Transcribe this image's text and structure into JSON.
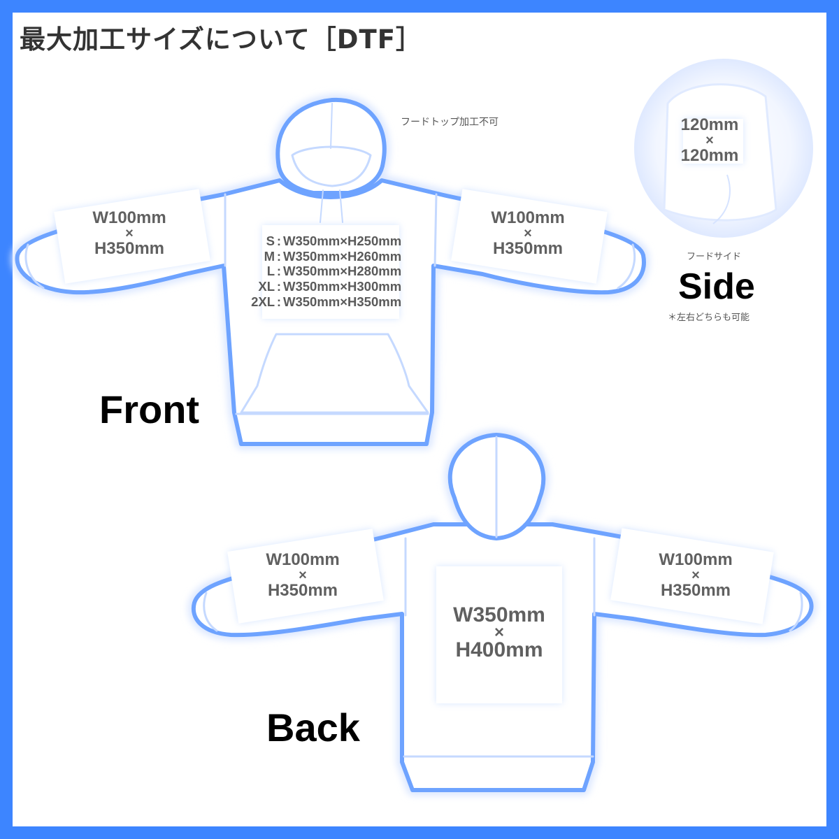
{
  "title": "最大加工サイズについて［DTF］",
  "colors": {
    "frame": "#3d85ff",
    "outline": "#6ea3ff",
    "print_area": "#ffffff",
    "label_text": "#606060"
  },
  "front": {
    "view_label": "Front",
    "hood_note": "フードトップ加工不可",
    "left_sleeve": {
      "w": "W100mm",
      "x": "×",
      "h": "H350mm"
    },
    "right_sleeve": {
      "w": "W100mm",
      "x": "×",
      "h": "H350mm"
    },
    "chest_sizes": [
      {
        "size": "S",
        "sep": ":",
        "dims": "W350mm×H250mm"
      },
      {
        "size": "M",
        "sep": ":",
        "dims": "W350mm×H260mm"
      },
      {
        "size": "L",
        "sep": ":",
        "dims": "W350mm×H280mm"
      },
      {
        "size": "XL",
        "sep": ":",
        "dims": "W350mm×H300mm"
      },
      {
        "size": "2XL",
        "sep": ":",
        "dims": "W350mm×H350mm"
      }
    ]
  },
  "side": {
    "hood": {
      "w": "120mm",
      "x": "×",
      "h": "120mm"
    },
    "caption": "フードサイド",
    "view_label": "Side",
    "note": "＊左右どちらも可能"
  },
  "back": {
    "view_label": "Back",
    "left_sleeve": {
      "w": "W100mm",
      "x": "×",
      "h": "H350mm"
    },
    "right_sleeve": {
      "w": "W100mm",
      "x": "×",
      "h": "H350mm"
    },
    "center": {
      "w": "W350mm",
      "x": "×",
      "h": "H400mm"
    }
  }
}
